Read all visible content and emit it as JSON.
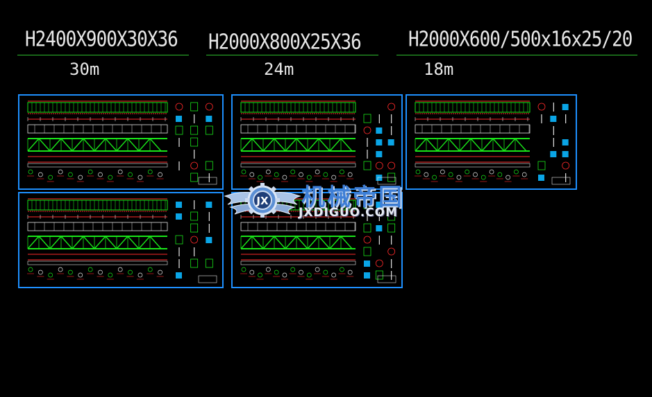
{
  "headers": [
    {
      "spec": "H2400X900X30X36",
      "span": "30m"
    },
    {
      "spec": "H2000X800X25X36",
      "span": "24m"
    },
    {
      "spec": "H2000X600/500x16x25/20",
      "span": "18m"
    }
  ],
  "watermark": {
    "chinese": "机械帝国",
    "english": "JXDIGUO.COM",
    "logo_letters": "JX"
  },
  "drawings": [
    "30m-sheet-1",
    "30m-sheet-2",
    "24m-sheet-1",
    "24m-sheet-2",
    "18m-sheet-1"
  ],
  "colors": {
    "frame": "#1e90ff",
    "member": "#19e619",
    "dimension": "#ff2a2a",
    "text": "#e8e8e8",
    "underline": "#2fbf2f",
    "background": "#000000"
  }
}
